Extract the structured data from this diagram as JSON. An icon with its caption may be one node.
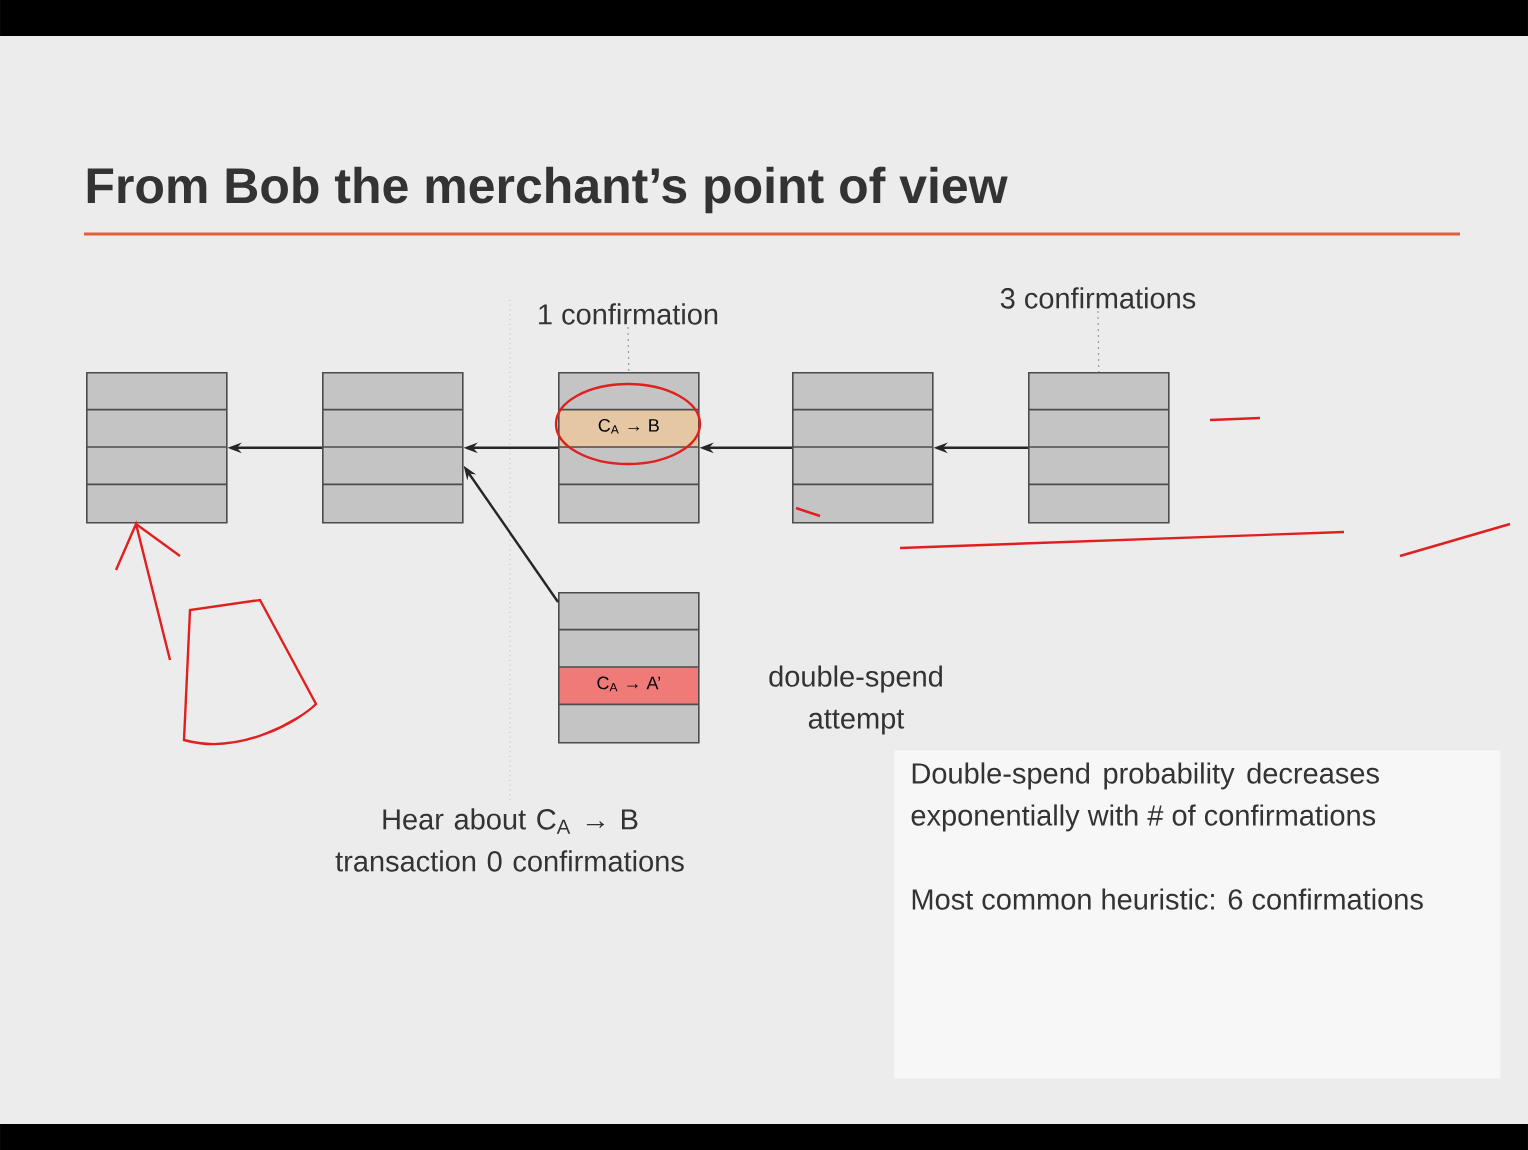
{
  "diagram": {
    "title": "From Bob the merchant’s point of view",
    "nodes": [
      {
        "text": [],
        "shape": "box"
      },
      {
        "text": [],
        "shape": "box"
      },
      {
        "text": [
          "C$_{A}$ → B"
        ]
      },
      {
        "text": [],
        "shape": "box"
      },
      {
        "text": [],
        "shape": "box"
      },
      {
        "text": [
          "C$_{A}$ → A’"
        ]
      },
      {
        "text": [
          "Double-spend probability decreases exponentially with # of confirmations",
          "Most common heuristic: 6 confirmations"
        ]
      },
      {
        "text": [
          "1 confirmation"
        ]
      },
      {
        "text": [
          "3 confirmations"
        ]
      }
    ],
    "edges": [
      {
        "from": 1,
        "to": 0,
        "arrow": "to"
      },
      {
        "from": 2,
        "to": 1,
        "arrow": "to"
      },
      {
        "from": 3,
        "to": 2,
        "arrow": "to"
      },
      {
        "from": 4,
        "to": 3,
        "arrow": "to"
      },
      {
        "from": 5,
        "to": 1,
        "arrow": "to"
      },
      {
        "from": 7,
        "to": 2,
        "arrow": "none",
        "style": "dashed",
        "color": "#999999"
      },
      {
        "from": 8,
        "to": 4,
        "arrow": "none",
        "style": "dashed",
        "color": "#999999"
      }
    ],
    "labels": [
      "double-spend attempt",
      "Hear about C$_{A}$ → B transaction 0 confirmations"
    ]
  }
}
